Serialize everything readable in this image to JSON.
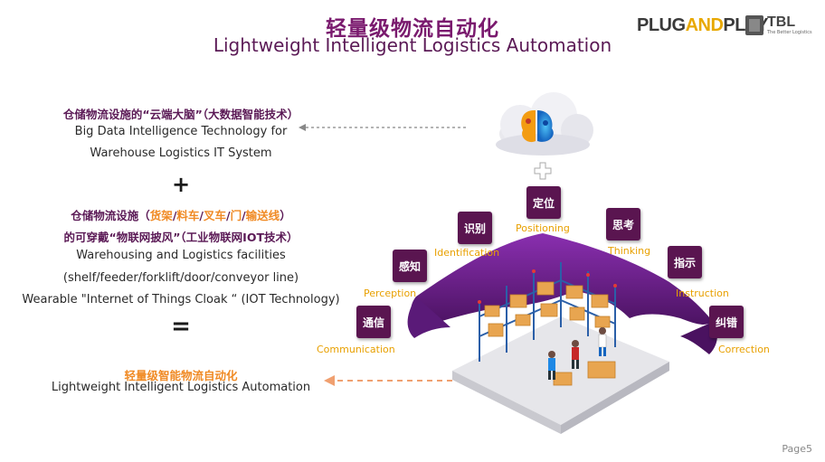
{
  "header": {
    "title_cn": "轻量级物流自动化",
    "title_en": "Lightweight Intelligent Logistics Automation"
  },
  "logos": {
    "plugandplay_plug": "PLUG",
    "plugandplay_and": "AND",
    "plugandplay_play": "PLAY",
    "tbl": "TBL",
    "tbl_sub": "The Better Logistics"
  },
  "left": {
    "big_data_cn": "仓储物流设施的“云端大脑”（大数据智能技术）",
    "big_data_en1": "Big Data Intelligence Technology for",
    "big_data_en2": "Warehouse Logistics IT System",
    "plus": "+",
    "iot_cn1_a": "仓储物流设施（",
    "iot_cn1_items": [
      "货架",
      "料车",
      "叉车",
      "门",
      "输送线"
    ],
    "iot_cn1_sep": "/",
    "iot_cn1_b": "）",
    "iot_cn2": "的可穿戴“物联网披风”（工业物联网IOT技术）",
    "iot_en1": "Warehousing and Logistics facilities",
    "iot_en2": "(shelf/feeder/forklift/door/conveyor line)",
    "iot_en3": "Wearable \"Internet of Things Cloak “ (IOT Technology)",
    "equals": "=",
    "result_cn": "轻量级智能物流自动化",
    "result_en": "Lightweight Intelligent Logistics Automation"
  },
  "capabilities": [
    {
      "cn": "定位",
      "en": "Positioning"
    },
    {
      "cn": "识别",
      "en": "Identification"
    },
    {
      "cn": "思考",
      "en": "Thinking"
    },
    {
      "cn": "感知",
      "en": "Perception"
    },
    {
      "cn": "指示",
      "en": "Instruction"
    },
    {
      "cn": "通信",
      "en": "Communication"
    },
    {
      "cn": "纠错",
      "en": "Correction"
    }
  ],
  "colors": {
    "purple": "#5a1550",
    "orange": "#f08a24",
    "label_yellow": "#e8a000",
    "cloak": "#6b1f8a"
  },
  "icons": {
    "cloud_brain": "cloud-brain-icon",
    "plus_connector": "plus-connector-icon"
  },
  "footer": {
    "page": "Page5"
  }
}
